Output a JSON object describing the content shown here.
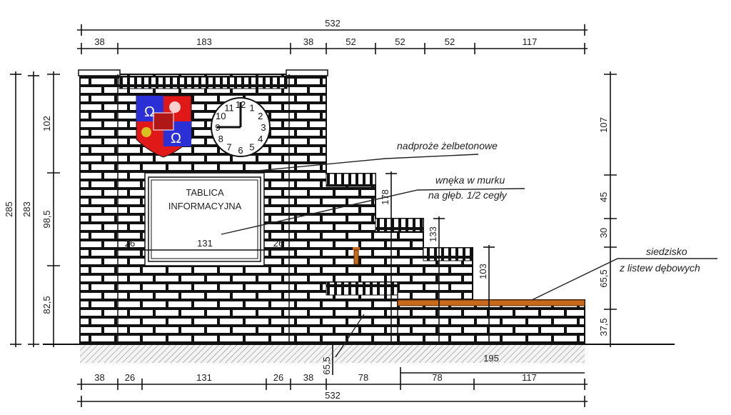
{
  "drawing": {
    "top_dimensions": {
      "overall": "532",
      "segments": [
        "38",
        "183",
        "38",
        "52",
        "52",
        "52",
        "117"
      ]
    },
    "bottom_dimensions": {
      "overall": "532",
      "segments": [
        "38",
        "26",
        "131",
        "26",
        "38",
        "78",
        "78",
        "117"
      ],
      "seat_length": "195",
      "foundation_depth": "65,5"
    },
    "left_dimensions": {
      "total_outer": "285",
      "total_inner": "283",
      "segments": [
        "102",
        "98,5",
        "82,5"
      ]
    },
    "right_dimensions": {
      "segments": [
        "107",
        "45",
        "30",
        "65,5",
        "37,5"
      ]
    },
    "step_heights": [
      "178",
      "133",
      "103"
    ],
    "plaque": {
      "title_line1": "TABLICA",
      "title_line2": "INFORMACYJNA",
      "width": "131",
      "side_left": "26",
      "side_right": "26"
    },
    "clock_numbers": [
      "12",
      "1",
      "2",
      "3",
      "4",
      "5",
      "6",
      "7",
      "8",
      "9",
      "10",
      "11"
    ],
    "annotations": {
      "lintel": "nadproże żelbetonowe",
      "niche_line1": "wnęka w murku",
      "niche_line2": "na głęb. 1/2 cegły",
      "seat_line1": "siedzisko",
      "seat_line2": "z listew dębowych"
    },
    "colors": {
      "shield_blue": "#2a2fd6",
      "shield_red": "#e01818",
      "seat_wood": "#c8691c"
    }
  }
}
